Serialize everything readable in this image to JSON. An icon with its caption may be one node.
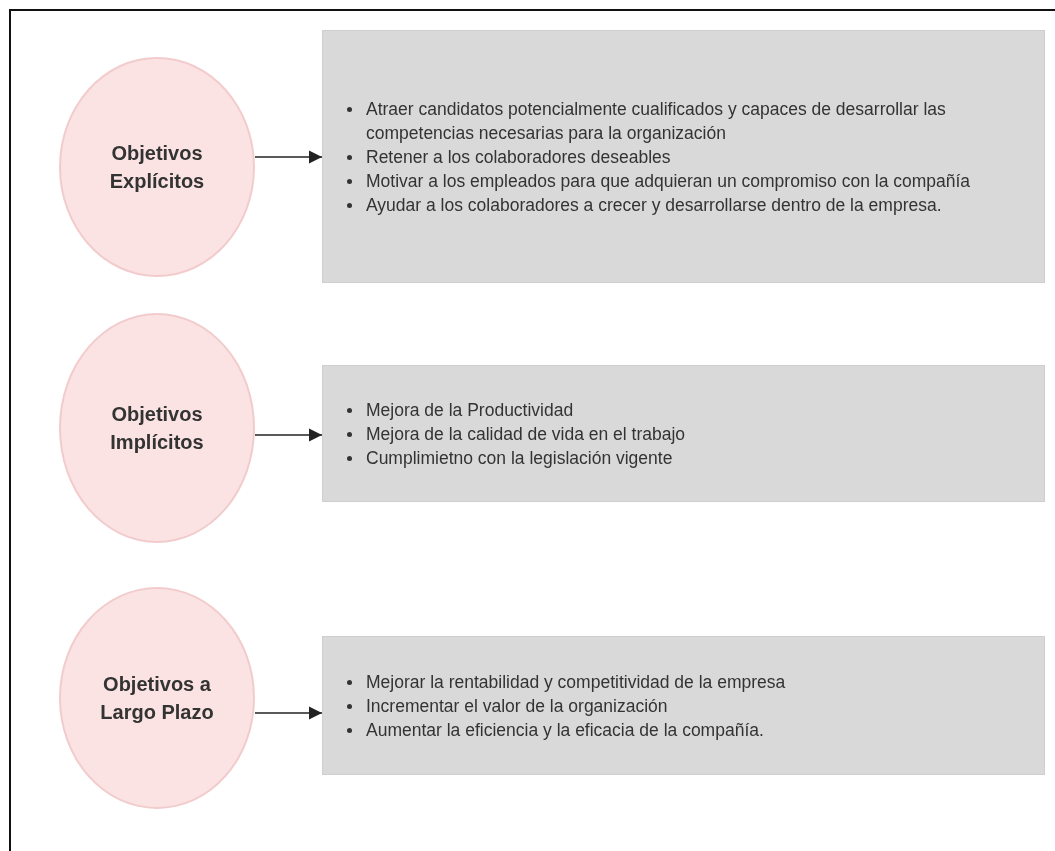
{
  "diagram": {
    "nodes": [
      {
        "text": [
          "Objetivos Explícitos"
        ]
      },
      {
        "text": [
          "Atraer candidatos potencialmente cualificados y capaces de desarrollar las competencias necesarias para la organización",
          "Retener a los colaboradores deseables",
          "Motivar a los empleados para que adquieran un compromiso con la compañía",
          "Ayudar a los colaboradores a crecer y desarrollarse dentro de la empresa."
        ]
      },
      {
        "text": [
          "Objetivos Implícitos"
        ]
      },
      {
        "text": [
          "Mejora de la Productividad",
          "Mejora de la calidad de vida en el trabajo",
          "Cumplimietno con la legislación vigente"
        ]
      },
      {
        "text": [
          "Objetivos a Largo Plazo"
        ]
      },
      {
        "text": [
          "Mejorar la rentabilidad y competitividad de la empresa",
          "Incrementar el valor de la organización",
          "Aumentar la eficiencia y la eficacia de la compañía."
        ]
      }
    ],
    "edges": [
      {
        "from": 0,
        "to": 1,
        "arrow": "to"
      },
      {
        "from": 2,
        "to": 3,
        "arrow": "to"
      },
      {
        "from": 4,
        "to": 5,
        "arrow": "to"
      }
    ]
  }
}
